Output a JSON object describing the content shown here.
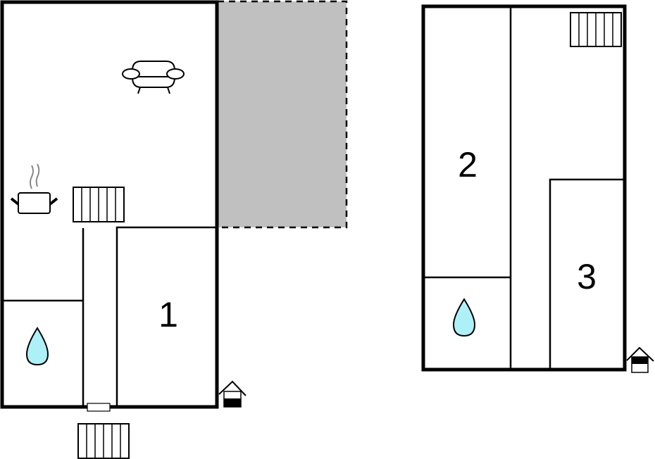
{
  "floor_plan": {
    "ground_floor": {
      "rooms": [
        {
          "id": "living-kitchen",
          "label": "",
          "icons": [
            "sofa-icon",
            "cooking-pot-icon"
          ]
        },
        {
          "id": "bedroom-1",
          "label": "1"
        },
        {
          "id": "bathroom",
          "label": "",
          "icons": [
            "water-drop-icon"
          ]
        },
        {
          "id": "hallway",
          "label": ""
        }
      ],
      "terrace": {
        "fill": "#c0c0c0",
        "border": "dashed"
      },
      "stairs_inside": "stairs-icon",
      "stairs_outside": "stairs-icon",
      "entrance": "entrance-house-icon"
    },
    "upper_floor": {
      "rooms": [
        {
          "id": "bedroom-2",
          "label": "2"
        },
        {
          "id": "bedroom-3",
          "label": "3"
        },
        {
          "id": "bathroom-upper",
          "label": "",
          "icons": [
            "water-drop-icon"
          ]
        },
        {
          "id": "landing",
          "label": ""
        }
      ],
      "stairs": "stairs-icon",
      "entrance": "entrance-house-icon"
    },
    "colors": {
      "wall": "#000000",
      "terrace": "#c0c0c0",
      "water": "#aef0f8",
      "steam": "#888888"
    }
  }
}
